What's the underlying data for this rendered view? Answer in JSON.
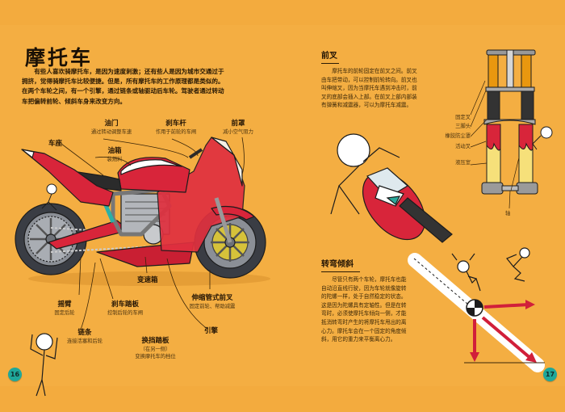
{
  "colors": {
    "background": "#F4AE42",
    "page_badge": "#1FA79A",
    "bike_red": "#D8253A",
    "arrow_red": "#D11F3A"
  },
  "left_page": {
    "title": "摩托车",
    "intro": "有些人喜欢骑摩托车，是因为速度刺激；还有些人是因为城市交通过于拥挤，觉得骑摩托车比较便捷。但是，所有摩托车的工作原理都是类似的。在两个车轮之间，有一个引擎，通过链条或轴驱动后车轮。驾驶者通过转动车把偏转前轮、倾斜车身来改变方向。",
    "labels": {
      "seat": {
        "title": "车座"
      },
      "throttle": {
        "title": "油门",
        "desc": "通过转动调整车速"
      },
      "brake_lever": {
        "title": "刹车杆",
        "desc": "作用于前轮的车闸"
      },
      "fairing": {
        "title": "前罩",
        "desc": "减小空气阻力"
      },
      "fuel_tank": {
        "title": "油箱",
        "desc": "装燃料"
      },
      "swingarm": {
        "title": "摇臂",
        "desc": "固定后轮"
      },
      "brake_pedal": {
        "title": "刹车踏板",
        "desc": "控制后轮的车闸"
      },
      "gearbox": {
        "title": "变速箱"
      },
      "telescopic_fork": {
        "title": "伸缩管式前叉",
        "desc": "固定前轮、帮助减震"
      },
      "chain": {
        "title": "链条",
        "desc": "连接活塞和后轮"
      },
      "engine": {
        "title": "引擎"
      },
      "gear_pedal": {
        "title": "换挡踏板",
        "note": "（在另一侧）",
        "desc": "变换摩托车的档位"
      }
    },
    "page_number": "16"
  },
  "right_page": {
    "fork_section": {
      "title": "前叉",
      "text": "摩托车的前轮固定在前叉之间。前叉由车把带动，可以控制前轮转向。前叉也叫伸缩叉，因为当摩托车遇到冲击时，前叉的底部会插入上部。在前叉上部内部装有弹簧和减震器，可以为摩托车减震。",
      "labels": [
        "固定叉",
        "三脚头",
        "橡胶防尘罩",
        "活动叉",
        "液压室"
      ],
      "axle_label": "轴"
    },
    "lean_section": {
      "title": "转弯倾斜",
      "text": "尽管只有两个车轮，摩托车也能自动沿直线行驶，因为车轮就像旋转的陀螺一样，处于自然稳定的状态。这是因为陀螺具有定轴性。但是在转弯时，必须使摩托车倾向一侧，才能抵消转弯时产生的将摩托车甩出的离心力。摩托车会在一个固定的角度倾斜，用它的重力来平衡离心力。"
    },
    "page_number": "17"
  }
}
